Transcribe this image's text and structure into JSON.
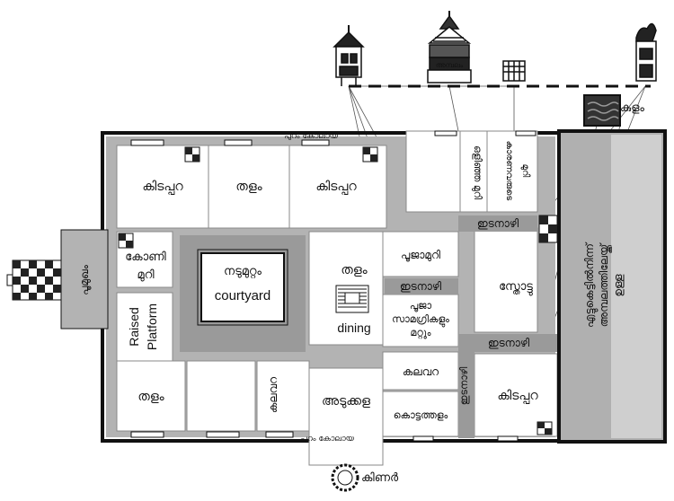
{
  "labels": {
    "puram_kolaya_top": "പുറം കോലായ",
    "puram_kolaya_bottom": "പുറം കോലായ",
    "kidappara_1": "കിടപ്പറ",
    "thalam_1": "തളം",
    "kidappara_2": "കിടപ്പറ",
    "koni": "കോണി",
    "muri": "മുറി",
    "poomukham": "പൂമുഖം",
    "nadumuttam": "നടുമുറ്റം",
    "courtyard": "courtyard",
    "raised": "Raised",
    "platform": "Platform",
    "thalam_2": "തളം",
    "dining": "dining",
    "thalam_3": "തളം",
    "kalavara_1": "കലവറ",
    "adukkala": "അടുക്കള",
    "kinar": "കിണർ",
    "poojamuri": "പൂജാമുറി",
    "idanazhi_1": "ഇടനാഴി",
    "pooja_1": "പൂജാ",
    "pooja_2": "സാമഗ്രികളും",
    "pooja_3": "മറ്റും",
    "kalavara_2": "കലവറ",
    "kottathalam": "കൊട്ടത്തളം",
    "idanazhi_2": "ഇടനാഴി",
    "idanazhi_3": "ഇടനാഴി",
    "idanazhi_4": "ഇടനാഴി",
    "sthothu": "സ്തോട്ടു",
    "kidappara_3": "കിടപ്പറ",
    "olinja_muri": "ഒളിഞ്ഞ മുറി",
    "karanavar_1": "കാരണവരുടെ",
    "karanavar_2": "മുറി",
    "kulam": "കുളം",
    "vertical_1": "എട്ടുകെട്ടിൽനിന്ന്",
    "vertical_2": "അമ്പലത്തിലേയ്ക്ക്",
    "vertical_3": "ഉള്ള",
    "temple_sign": "അമ്പലം"
  }
}
